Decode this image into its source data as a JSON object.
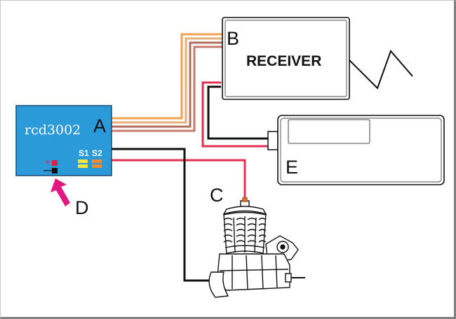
{
  "device": {
    "model": "rcd3002",
    "letter": "A",
    "switch_labels": [
      "S1",
      "S2"
    ],
    "plus_sign": "+",
    "minus_sign": "—",
    "color": "#2a9ad8"
  },
  "receiver": {
    "letter": "B",
    "title": "RECEIVER"
  },
  "engine": {
    "letter": "C"
  },
  "arrow": {
    "letter": "D",
    "color": "#e0187f"
  },
  "battery": {
    "letter": "E"
  },
  "wire_colors": {
    "orange": "#f0a050",
    "brown": "#b06e5c",
    "red": "#e03050",
    "black": "#111111"
  }
}
